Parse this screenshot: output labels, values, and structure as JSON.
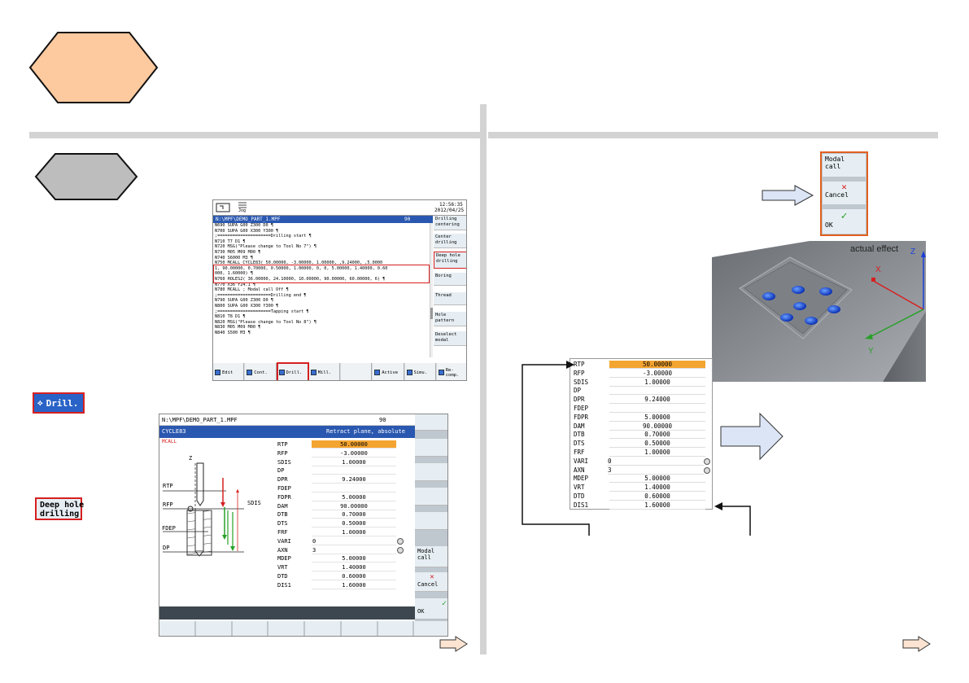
{
  "left_screen1": {
    "clock": "12:56:35",
    "date": "2012/04/25",
    "mode": "Jog",
    "path": "N:\\MPF\\DEMO_PART_1.MPF",
    "line_count": "90",
    "code_lines": [
      "N690 SUPA G00 Z300 D0 ¶",
      "N700 SUPA G00 X300 Y300 ¶",
      ";=====================Drilling start ¶",
      "N710 T7 D1 ¶",
      "N720 MSG(\"Please change to Tool No 7\") ¶",
      "N730 M05 M09 M00 ¶",
      "N740 S6000 M3 ¶",
      "N750 MCALL CYCLE83( 50.00000, -3.00000, 1.00000, ,9.24000, ,5.0000",
      "1, 90.00000, 0.70000, 0.50000, 1.00000, 0, 0, 5.00000, 1.40000, 0.60",
      "000, 1.60000) ¶",
      "N760 HOLES2( 36.00000, 24.10000, 10.00000, 90.00000, 60.00000, 6) ¶",
      "N770 X36 Y24.1 ¶",
      "N780 MCALL ; Modal call Off ¶",
      ";=====================Drilling end ¶",
      "N790 SUPA G00 Z300 D0 ¶",
      "N800 SUPA G00 X300 Y300 ¶",
      ";=====================Tapping start ¶",
      "N810 T8 D1 ¶",
      "N820 MSG(\"Please change to Tool No 8\") ¶",
      "N830 M05 M09 M00 ¶",
      "N840 S500 M3 ¶"
    ],
    "softkeys": [
      "Drilling\ncentering",
      "Center\ndrilling",
      "Deep hole\ndrilling",
      "Boring",
      "Thread",
      "Hole\npattern",
      "Deselect\nmodal"
    ],
    "bottom_keys": [
      "Edit",
      "Cont.",
      "Drill.",
      "Mill.",
      "",
      "Active",
      "Simu.",
      "Re-\ncomp."
    ]
  },
  "side_buttons": {
    "drill": "Drill.",
    "deep_hole": "Deep hole\ndrilling"
  },
  "left_screen2": {
    "path": "N:\\MPF\\DEMO_PART_1.MPF",
    "line_count": "90",
    "cycle": "CYCLE83",
    "hint": "Retract plane, absolute",
    "mcall": "MCALL",
    "labels": {
      "rtp": "RTP",
      "rfp": "RFP",
      "fdep": "FDEP",
      "dp": "DP",
      "sdis": "SDIS",
      "z": "Z"
    },
    "softkeys": {
      "modal": "Modal\ncall",
      "cancel": "Cancel",
      "ok": "OK"
    }
  },
  "params": [
    {
      "name": "RTP",
      "value": "50.00000"
    },
    {
      "name": "RFP",
      "value": "-3.00000"
    },
    {
      "name": "SDIS",
      "value": "1.00000"
    },
    {
      "name": "DP",
      "value": ""
    },
    {
      "name": "DPR",
      "value": "9.24000"
    },
    {
      "name": "FDEP",
      "value": ""
    },
    {
      "name": "FDPR",
      "value": "5.00000"
    },
    {
      "name": "DAM",
      "value": "90.00000"
    },
    {
      "name": "DTB",
      "value": "0.70000"
    },
    {
      "name": "DTS",
      "value": "0.50000"
    },
    {
      "name": "FRF",
      "value": "1.00000"
    },
    {
      "name": "VARI",
      "value": "0"
    },
    {
      "name": "AXN",
      "value": "3"
    },
    {
      "name": "MDEP",
      "value": "5.00000"
    },
    {
      "name": "VRT",
      "value": "1.40000"
    },
    {
      "name": "DTD",
      "value": "0.60000"
    },
    {
      "name": "DIS1",
      "value": "1.60000"
    }
  ],
  "right_softkeys": {
    "modal": "Modal\ncall",
    "cancel": "Cancel",
    "ok": "OK"
  },
  "render": {
    "actual_effect": "actual effect",
    "axis_x": "X",
    "axis_y": "Y",
    "axis_z": "Z"
  },
  "colors": {
    "hex_orange": "#fdc99f",
    "hex_grey": "#bdbdbd",
    "highlight": "#f4a430",
    "red_frame": "#d62020",
    "title_blue": "#2a58b0"
  }
}
